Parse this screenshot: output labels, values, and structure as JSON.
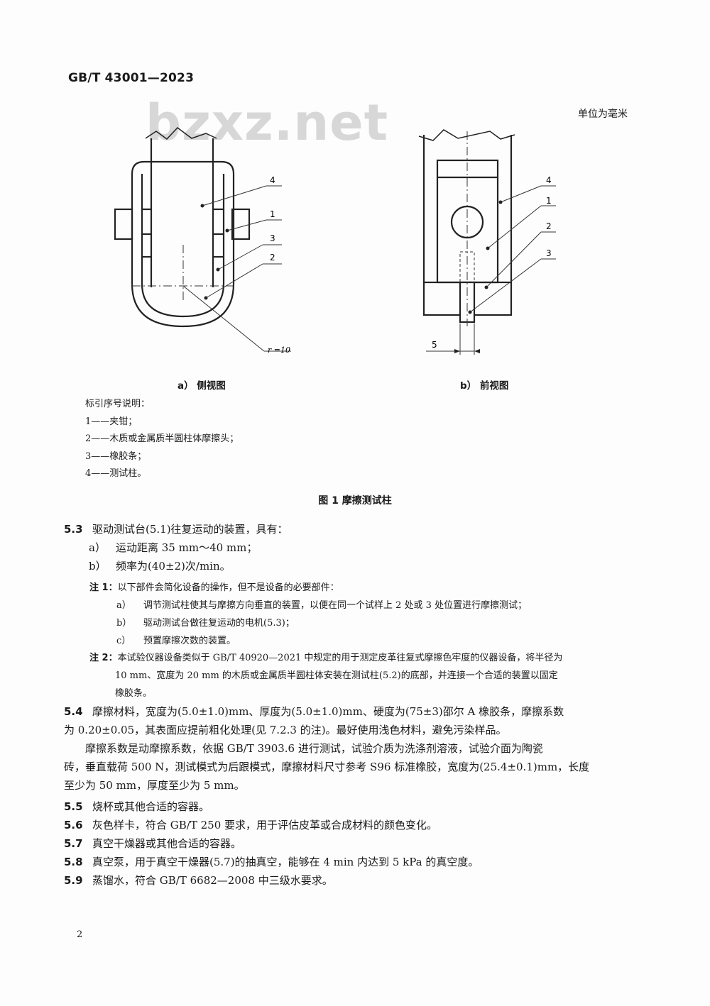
{
  "header": {
    "standard_code": "GB/T 43001—2023",
    "unit_note": "单位为毫米"
  },
  "watermark": {
    "text": "bzxz.net"
  },
  "figure": {
    "side_view": {
      "caption": "a）  侧视图",
      "labels": [
        "4",
        "1",
        "3",
        "2"
      ],
      "radius_label": "r =10"
    },
    "front_view": {
      "caption": "b）  前视图",
      "labels": [
        "4",
        "1",
        "2",
        "3"
      ],
      "dimension_label": "5"
    },
    "key": {
      "heading": "标引序号说明：",
      "items": [
        "1——夹钳；",
        "2——木质或金属质半圆柱体摩擦头；",
        "3——橡胶条；",
        "4——测试柱。"
      ]
    },
    "title": "图 1   摩擦测试柱"
  },
  "sections": {
    "s5_3": {
      "number": "5.3",
      "text": "驱动测试台(5.1)往复运动的装置，具有：",
      "items": [
        {
          "label": "a）",
          "text": "运动距离 35 mm～40 mm；"
        },
        {
          "label": "b）",
          "text": "频率为(40±2)次/min。"
        }
      ],
      "note1": {
        "tag": "注 1：",
        "text": "以下部件会简化设备的操作，但不是设备的必要部件：",
        "items": [
          {
            "label": "a）",
            "text": "调节测试柱使其与摩擦方向垂直的装置，以便在同一个试样上 2 处或 3 处位置进行摩擦测试；"
          },
          {
            "label": "b）",
            "text": "驱动测试台做往复运动的电机(5.3)；"
          },
          {
            "label": "c）",
            "text": "预置摩擦次数的装置。"
          }
        ]
      },
      "note2": {
        "tag": "注 2：",
        "lines": [
          "本试验仪器设备类似于 GB/T 40920—2021 中规定的用于测定皮革往复式摩擦色牢度的仪器设备，将半径为",
          "10 mm、宽度为 20 mm 的木质或金属质半圆柱体安装在测试柱(5.2)的底部，并连接一个合适的装置以固定",
          "橡胶条。"
        ]
      }
    },
    "s5_4": {
      "number": "5.4",
      "lines": [
        "摩擦材料，宽度为(5.0±1.0)mm、厚度为(5.0±1.0)mm、硬度为(75±3)邵尔 A 橡胶条，摩擦系数",
        "为 0.20±0.05，其表面应提前粗化处理(见 7.2.3 的注)。最好使用浅色材料，避免污染样品。"
      ],
      "para_lines": [
        "摩擦系数是动摩擦系数，依据 GB/T 3903.6 进行测试，试验介质为洗涤剂溶液，试验介面为陶瓷",
        "砖，垂直载荷 500 N，测试模式为后跟模式，摩擦材料尺寸参考 S96 标准橡胶，宽度为(25.4±0.1)mm，长度",
        "至少为 50 mm，厚度至少为 5 mm。"
      ]
    },
    "s5_5": {
      "number": "5.5",
      "text": "烧杯或其他合适的容器。"
    },
    "s5_6": {
      "number": "5.6",
      "text": "灰色样卡，符合 GB/T 250 要求，用于评估皮革或合成材料的颜色变化。"
    },
    "s5_7": {
      "number": "5.7",
      "text": "真空干燥器或其他合适的容器。"
    },
    "s5_8": {
      "number": "5.8",
      "text": "真空泵，用于真空干燥器(5.7)的抽真空，能够在 4 min 内达到 5 kPa 的真空度。"
    },
    "s5_9": {
      "number": "5.9",
      "text": "蒸馏水，符合 GB/T 6682—2008 中三级水要求。"
    }
  },
  "footer": {
    "page_number": "2"
  }
}
